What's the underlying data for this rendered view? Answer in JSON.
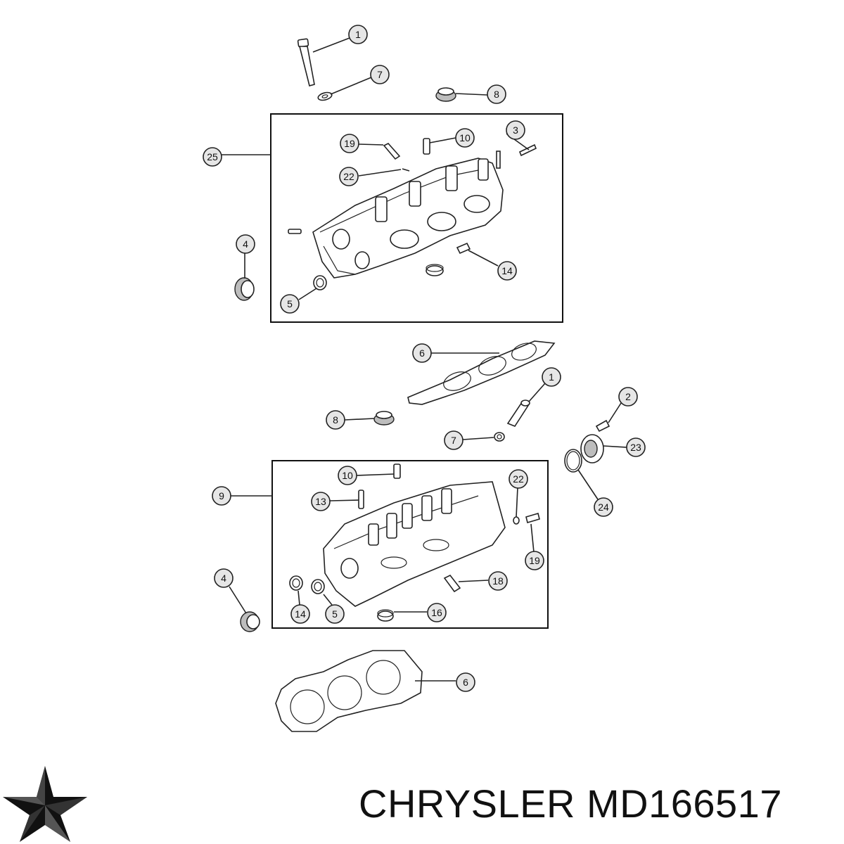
{
  "brand": {
    "name": "CHRYSLER",
    "part_number": "MD166517"
  },
  "callouts": [
    {
      "id": "c1-top",
      "label": "1"
    },
    {
      "id": "c7-top",
      "label": "7"
    },
    {
      "id": "c8-top",
      "label": "8"
    },
    {
      "id": "c3",
      "label": "3"
    },
    {
      "id": "c10-top",
      "label": "10"
    },
    {
      "id": "c19-top",
      "label": "19"
    },
    {
      "id": "c22-top",
      "label": "22"
    },
    {
      "id": "c25",
      "label": "25"
    },
    {
      "id": "c4-top",
      "label": "4"
    },
    {
      "id": "c5-top",
      "label": "5"
    },
    {
      "id": "c14-top",
      "label": "14"
    },
    {
      "id": "c6-top",
      "label": "6"
    },
    {
      "id": "c1-mid",
      "label": "1"
    },
    {
      "id": "c8-mid",
      "label": "8"
    },
    {
      "id": "c7-mid",
      "label": "7"
    },
    {
      "id": "c2",
      "label": "2"
    },
    {
      "id": "c23",
      "label": "23"
    },
    {
      "id": "c24",
      "label": "24"
    },
    {
      "id": "c10-bot",
      "label": "10"
    },
    {
      "id": "c22-bot",
      "label": "22"
    },
    {
      "id": "c9",
      "label": "9"
    },
    {
      "id": "c13",
      "label": "13"
    },
    {
      "id": "c19-bot",
      "label": "19"
    },
    {
      "id": "c4-bot",
      "label": "4"
    },
    {
      "id": "c18",
      "label": "18"
    },
    {
      "id": "c14-bot",
      "label": "14"
    },
    {
      "id": "c5-bot",
      "label": "5"
    },
    {
      "id": "c16",
      "label": "16"
    },
    {
      "id": "c6-bot",
      "label": "6"
    }
  ]
}
